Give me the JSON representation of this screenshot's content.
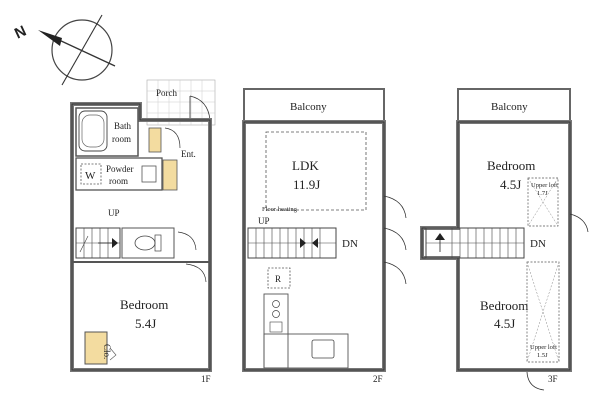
{
  "compass": {
    "label": "N"
  },
  "floor1": {
    "floor_label": "1F",
    "rooms": {
      "porch": "Porch",
      "bath_line1": "Bath",
      "bath_line2": "room",
      "entrance": "Ent.",
      "washer": "W",
      "powder_line1": "Powder",
      "powder_line2": "room",
      "up": "UP",
      "bedroom_name": "Bedroom",
      "bedroom_size": "5.4J",
      "closet": "Clo."
    }
  },
  "floor2": {
    "floor_label": "2F",
    "rooms": {
      "balcony": "Balcony",
      "ldk_name": "LDK",
      "ldk_size": "11.9J",
      "floor_heating": "Floor heating",
      "up": "UP",
      "dn": "DN",
      "fridge": "R"
    }
  },
  "floor3": {
    "floor_label": "3F",
    "rooms": {
      "balcony": "Balcony",
      "bedroom_a_name": "Bedroom",
      "bedroom_a_size": "4.5J",
      "upper_loft_a_line1": "Upper loft",
      "upper_loft_a_line2": "1.7J",
      "dn": "DN",
      "bedroom_b_name": "Bedroom",
      "bedroom_b_size": "4.5J",
      "upper_loft_b_line1": "Upper loft",
      "upper_loft_b_line2": "1.5J"
    }
  },
  "colors": {
    "wall": "#7a7a7a",
    "line": "#333333",
    "closet_fill": "#f3dca0",
    "shoe_fill": "#f6ddb0",
    "dashed": "#555555"
  }
}
